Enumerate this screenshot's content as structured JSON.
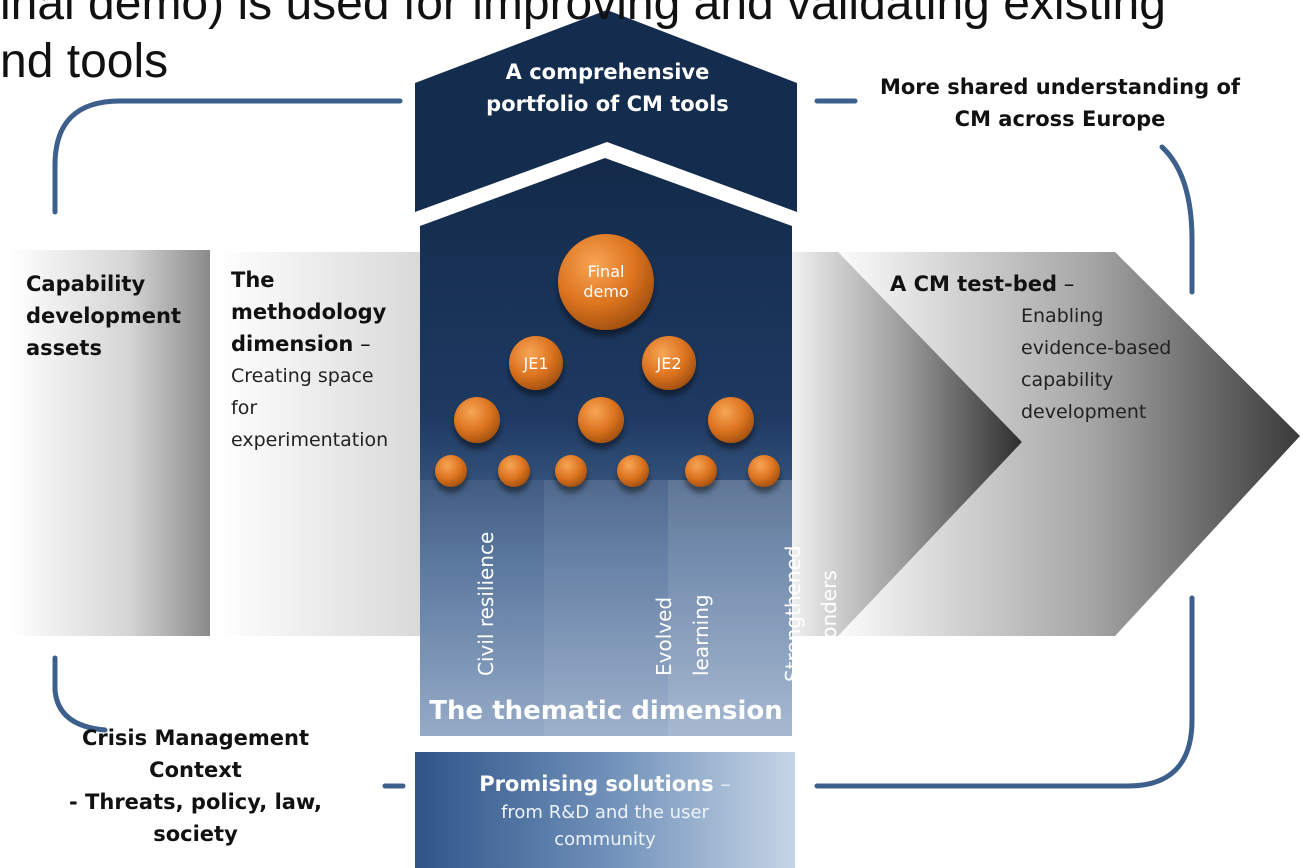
{
  "heading": {
    "line1": "inal demo) is used for improving and validating existing",
    "line2": "nd tools"
  },
  "portfolio": {
    "line1": "A comprehensive",
    "line2": "portfolio of CM tools"
  },
  "shared_understanding": {
    "line1": "More shared understanding of",
    "line2": "CM across Europe"
  },
  "capability_assets": {
    "lines": [
      "Capability",
      "development",
      "assets"
    ]
  },
  "methodology": {
    "title1": "The",
    "title2": "methodology",
    "title3": "dimension",
    "dash": " –",
    "desc": [
      "Creating space",
      "for",
      "experimentation"
    ]
  },
  "testbed": {
    "title": "A CM test-bed",
    "dash": " –",
    "desc": [
      "Enabling",
      "evidence-based",
      "capability",
      "development"
    ]
  },
  "nodes": {
    "final1": "Final",
    "final2": "demo",
    "je1": "JE1",
    "je2": "JE2"
  },
  "themes": {
    "civil": "Civil resilience",
    "evolved1": "Evolved",
    "evolved2": "learning",
    "strength1": "Strengthened",
    "strength2": "responders"
  },
  "thematic_dimension": "The thematic dimension",
  "context": {
    "lines": [
      "Crisis Management",
      "Context",
      "- Threats, policy, law,",
      "society"
    ]
  },
  "solutions": {
    "title": "Promising solutions",
    "dash": " –",
    "desc1": "from R&D and the user",
    "desc2": "community"
  },
  "colors": {
    "navy": "#142c4e",
    "accent_line": "#3d5f8c",
    "node_orange": "#d9731f"
  }
}
